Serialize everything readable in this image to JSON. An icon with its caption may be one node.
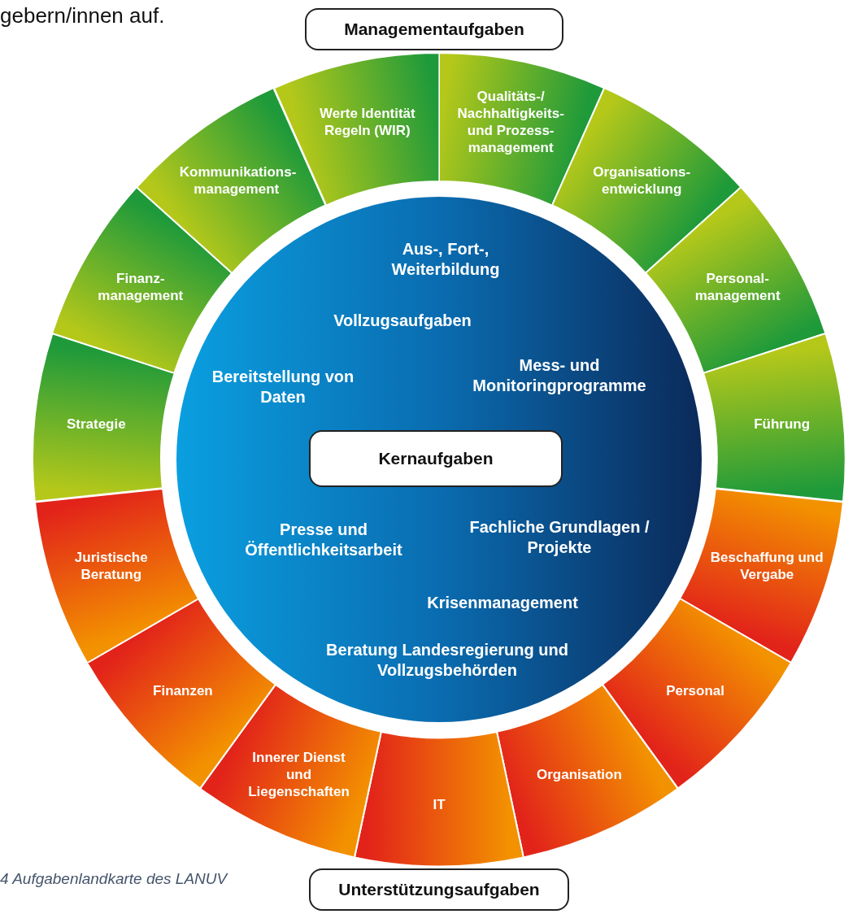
{
  "diagram": {
    "caption": "4 Aufgabenlandkarte des LANUV",
    "nodes": [
      {
        "text": [
          "Managementaufgaben"
        ]
      },
      {
        "text": [
          "Werte Identität Regeln (WIR)"
        ]
      },
      {
        "text": [
          "Qualitäts-/ Nachhaltigkeits- und Prozess- management"
        ]
      },
      {
        "text": [
          "Organisations- entwicklung"
        ]
      },
      {
        "text": [
          "Personal- management"
        ]
      },
      {
        "text": [
          "Führung"
        ]
      },
      {
        "text": [
          "Beschaffung und Vergabe"
        ]
      },
      {
        "text": [
          "Personal"
        ]
      },
      {
        "text": [
          "Organisation"
        ]
      },
      {
        "text": [
          "IT"
        ]
      },
      {
        "text": [
          "Innerer Dienst und Liegenschaften"
        ]
      },
      {
        "text": [
          "Finanzen"
        ]
      },
      {
        "text": [
          "Juristische Beratung"
        ]
      },
      {
        "text": [
          "Strategie"
        ]
      },
      {
        "text": [
          "Finanz- management"
        ]
      },
      {
        "text": [
          "Kommunikations- management"
        ]
      },
      {
        "text": [
          "Aus-, Fort-, Weiterbildung",
          "Vollzugsaufgaben",
          "Bereitstellung von Daten",
          "Mess- und Monitoringprogramme",
          "Presse und Öffentlichkeitsarbeit",
          "Fachliche Grundlagen / Projekte",
          "Krisenmanagement",
          "Beratung Landesregierung und Vollzugsbehörden"
        ]
      },
      {
        "text": [
          "Kernaufgaben"
        ],
        "in": 16
      },
      {
        "text": [
          "Unterstützungsaufgaben"
        ]
      }
    ],
    "labels": [
      "gebern/innen auf."
    ]
  }
}
